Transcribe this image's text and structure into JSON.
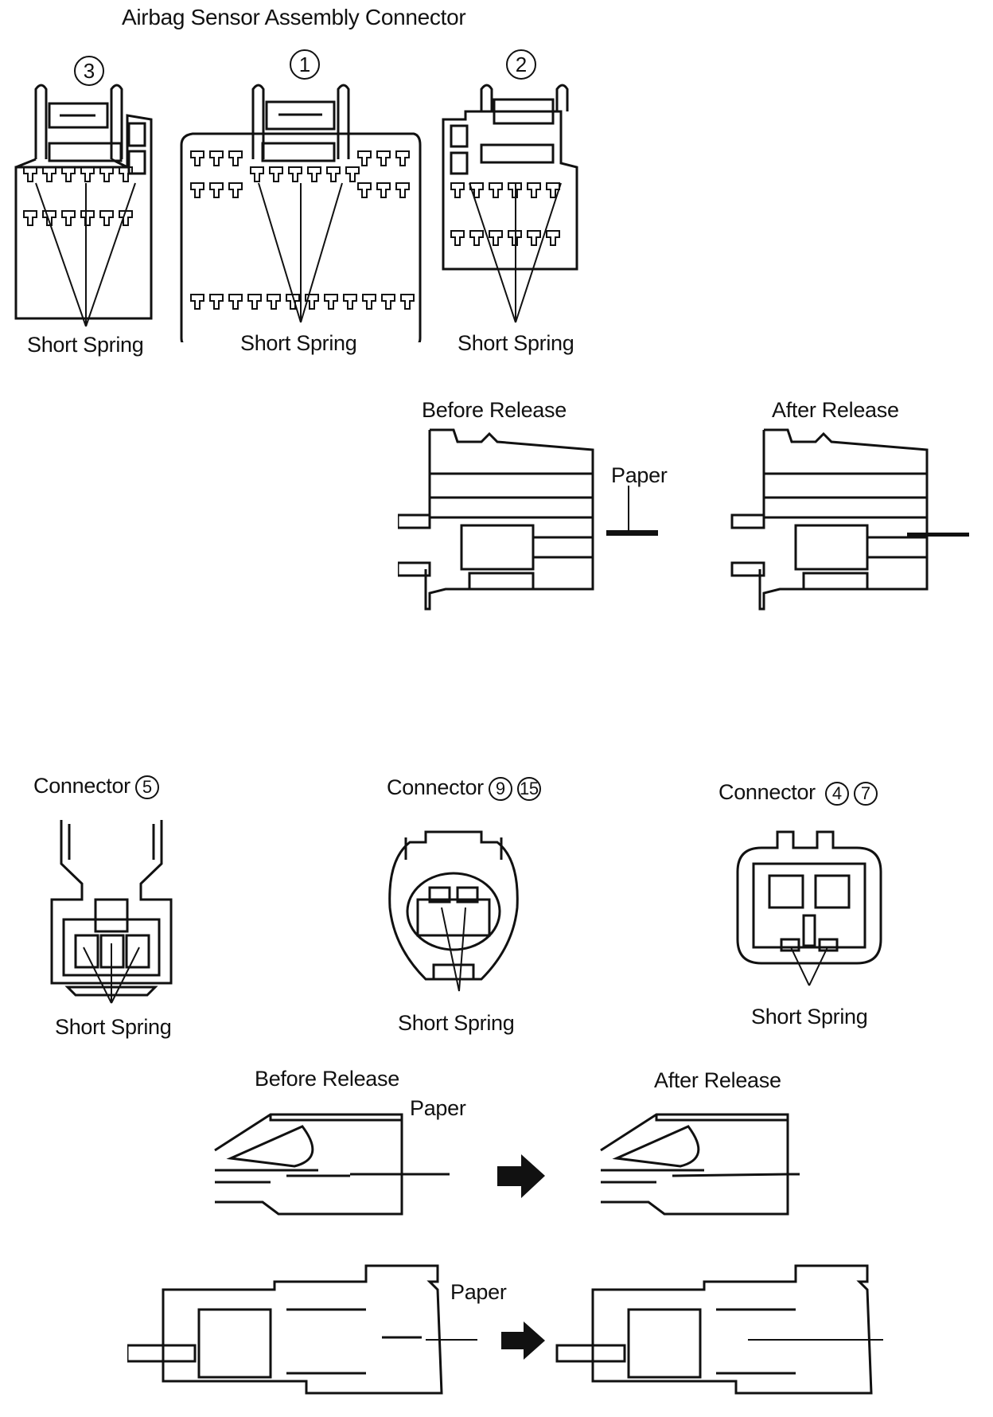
{
  "title": "Airbag Sensor Assembly Connector",
  "connector_numbers": {
    "c3": "3",
    "c1": "1",
    "c2": "2"
  },
  "short_spring": "Short Spring",
  "before_release": "Before Release",
  "after_release": "After Release",
  "paper": "Paper",
  "connector_label": "Connector",
  "connector_5": {
    "nums": [
      "5"
    ]
  },
  "connector_9_15": {
    "nums": [
      "9",
      "15"
    ]
  },
  "connector_4_7": {
    "nums": [
      "4",
      "7"
    ]
  }
}
